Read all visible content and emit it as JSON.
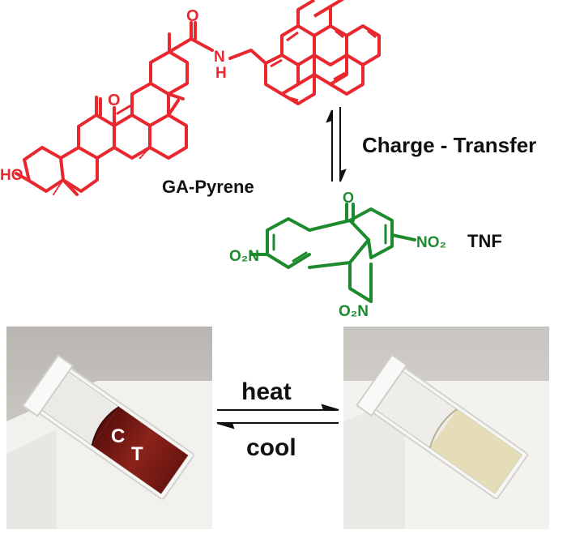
{
  "molecule_ga": {
    "name": "GA-Pyrene",
    "atoms": {
      "oxygen": "O",
      "nh": "N",
      "h": "H",
      "ho": "HO"
    },
    "color": "#e8282e"
  },
  "molecule_tnf": {
    "name": "TNF",
    "atoms": {
      "oxygen": "O",
      "left_nitro": "O₂N",
      "right_nitro": "NO₂",
      "bottom_nitro": "O₂N"
    },
    "color": "#1e8a2e"
  },
  "equilibrium": {
    "label": "Charge - Transfer"
  },
  "photos": {
    "left_label_c": "C",
    "left_label_t": "T",
    "left_liquid_color": "#7a1a14",
    "right_liquid_color": "#e3dcb4"
  },
  "process": {
    "heat": "heat",
    "cool": "cool"
  }
}
